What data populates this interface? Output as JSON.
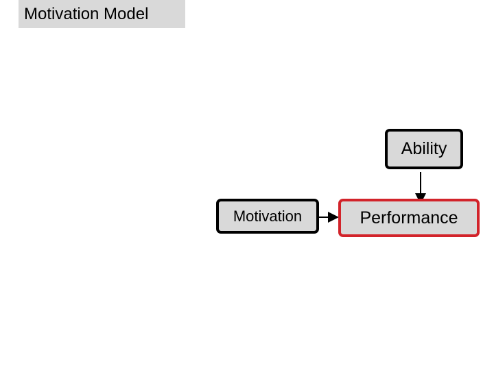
{
  "slide": {
    "title": "Motivation Model"
  },
  "nodes": {
    "ability": {
      "label": "Ability"
    },
    "motivation": {
      "label": "Motivation"
    },
    "performance": {
      "label": "Performance"
    }
  },
  "edges": [
    {
      "from": "ability",
      "to": "performance"
    },
    {
      "from": "motivation",
      "to": "performance"
    }
  ],
  "colors": {
    "box_fill": "#d9d9d9",
    "box_border": "#000000",
    "highlight_border": "#d2232a",
    "arrow": "#000000"
  }
}
